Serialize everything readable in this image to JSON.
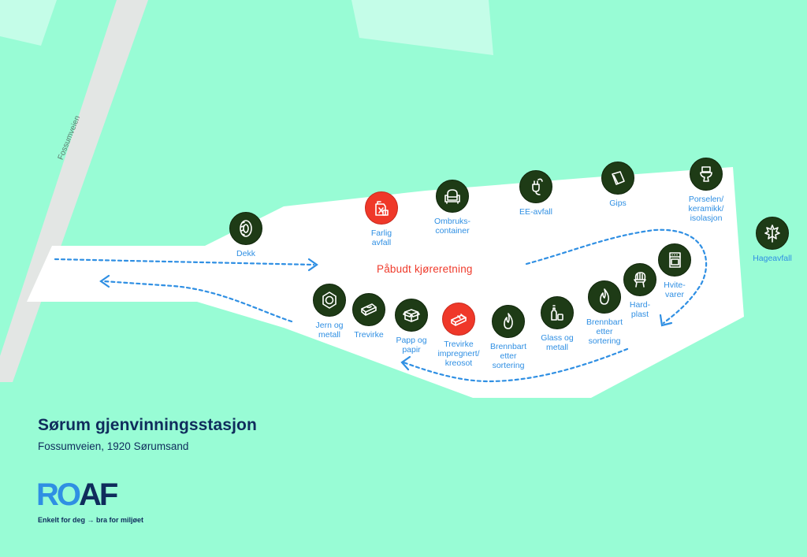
{
  "map": {
    "road_name": "Fossumveien",
    "drive_direction": "Påbudt kjøreretning",
    "colors": {
      "background": "#98fcd5",
      "area": "#ffffff",
      "icon_green": "#1e3b16",
      "icon_red": "#ef3829",
      "label_blue": "#2f8fe3",
      "arrow_blue": "#2f8fe3",
      "title_navy": "#0f2c5c"
    }
  },
  "stations": [
    {
      "id": "dekk",
      "label": "Dekk",
      "icon": "tire-icon",
      "color": "green"
    },
    {
      "id": "farlig-avfall",
      "label": "Farlig\navfall",
      "icon": "hazardous-can-icon",
      "color": "red"
    },
    {
      "id": "ombrukscontainer",
      "label": "Ombruks-\ncontainer",
      "icon": "armchair-icon",
      "color": "green"
    },
    {
      "id": "ee-avfall",
      "label": "EE-avfall",
      "icon": "plug-icon",
      "color": "green"
    },
    {
      "id": "gips",
      "label": "Gips",
      "icon": "gypsum-board-icon",
      "color": "green"
    },
    {
      "id": "porselen",
      "label": "Porselen/\nkeramikk/\nisolasjon",
      "icon": "toilet-icon",
      "color": "green"
    },
    {
      "id": "hageavfall",
      "label": "Hageavfall",
      "icon": "leaf-icon",
      "color": "green"
    },
    {
      "id": "hvitevarer",
      "label": "Hvite-\nvarer",
      "icon": "stove-icon",
      "color": "green"
    },
    {
      "id": "hardplast",
      "label": "Hard-\nplast",
      "icon": "plastic-chair-icon",
      "color": "green"
    },
    {
      "id": "brennbart-1",
      "label": "Brennbart\netter\nsortering",
      "icon": "flame-icon",
      "color": "green"
    },
    {
      "id": "glass-metall",
      "label": "Glass og\nmetall",
      "icon": "bottles-icon",
      "color": "green"
    },
    {
      "id": "brennbart-2",
      "label": "Brennbart\netter\nsortering",
      "icon": "flame-icon",
      "color": "green"
    },
    {
      "id": "trevirke-impregnert",
      "label": "Trevirke\nimpregnert/\nkreosot",
      "icon": "treated-wood-icon",
      "color": "red"
    },
    {
      "id": "papp-papir",
      "label": "Papp og\npapir",
      "icon": "cardboard-box-icon",
      "color": "green"
    },
    {
      "id": "trevirke",
      "label": "Trevirke",
      "icon": "wood-plank-icon",
      "color": "green"
    },
    {
      "id": "jern-metall",
      "label": "Jern og\nmetall",
      "icon": "nut-icon",
      "color": "green"
    }
  ],
  "footer": {
    "title": "Sørum gjenvinningsstasjon",
    "address": "Fossumveien, 1920 Sørumsand",
    "logo_ro": "RO",
    "logo_af": "AF",
    "tagline": "Enkelt for deg → bra for miljøet"
  }
}
